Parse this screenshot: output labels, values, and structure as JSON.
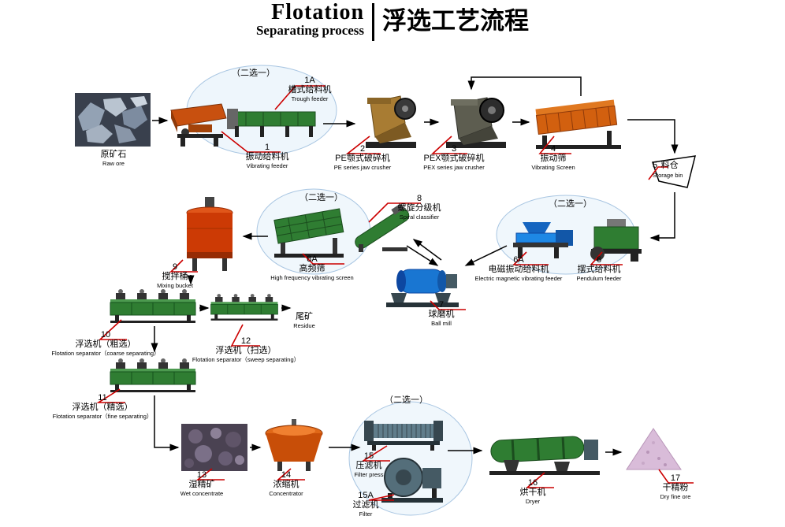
{
  "title": {
    "main": "Flotation",
    "sub": "Separating process",
    "zh": "浮选工艺流程"
  },
  "choose_one": "（二选一）",
  "materials": {
    "raw_ore": {
      "zh": "原矿石",
      "en": "Raw ore"
    },
    "residue": {
      "zh": "尾矿",
      "en": "Residue"
    }
  },
  "equipment": {
    "n1": {
      "num": "1",
      "zh": "振动给料机",
      "en": "Vibrating feeder"
    },
    "n1a": {
      "num": "1A",
      "zh": "槽式给料机",
      "en": "Trough feeder"
    },
    "n2": {
      "num": "2",
      "zh": "PE颚式破碎机",
      "en": "PE series jaw crusher"
    },
    "n3": {
      "num": "3",
      "zh": "PEX颚式破碎机",
      "en": "PEX series jaw crusher"
    },
    "n4": {
      "num": "4",
      "zh": "振动筛",
      "en": "Vibrating Screen"
    },
    "n5": {
      "num": "5",
      "zh": "料仓",
      "en": "Storage bin"
    },
    "n6": {
      "num": "6",
      "zh": "摆式给料机",
      "en": "Pendulum feeder"
    },
    "n6a": {
      "num": "6A",
      "zh": "电磁振动给料机",
      "en": "Electric magnetic vibrating feeder"
    },
    "n7": {
      "num": "7",
      "zh": "球磨机",
      "en": "Ball mill"
    },
    "n8": {
      "num": "8",
      "zh": "螺旋分级机",
      "en": "Spiral classifier"
    },
    "n8a": {
      "num": "8A",
      "zh": "高频筛",
      "en": "High frequency vibrating screen"
    },
    "n9": {
      "num": "9",
      "zh": "搅拌桶",
      "en": "Mixing bucket"
    },
    "n10": {
      "num": "10",
      "zh": "浮选机（粗选）",
      "en": "Flotation separator（coarse separating）"
    },
    "n11": {
      "num": "11",
      "zh": "浮选机（精选）",
      "en": "Flotation separator（fine separating）"
    },
    "n12": {
      "num": "12",
      "zh": "浮选机（扫选）",
      "en": "Flotation separator（sweep separating）"
    },
    "n13": {
      "num": "13",
      "zh": "湿精矿",
      "en": "Wet concentrate"
    },
    "n14": {
      "num": "14",
      "zh": "浓缩机",
      "en": "Concentrator"
    },
    "n15": {
      "num": "15",
      "zh": "压滤机",
      "en": "Filter press"
    },
    "n15a": {
      "num": "15A",
      "zh": "过滤机",
      "en": "Filter"
    },
    "n16": {
      "num": "16",
      "zh": "烘干机",
      "en": "Dryer"
    },
    "n17": {
      "num": "17",
      "zh": "干精粉",
      "en": "Dry fine ore"
    }
  },
  "colors": {
    "callout_red": "#cc0000",
    "arrow_black": "#000000",
    "choose_ellipse_blue": "#a9c6e2",
    "machine_green": "#2f7d32",
    "machine_orange": "#cc5a0f",
    "machine_blue": "#1976d2"
  }
}
